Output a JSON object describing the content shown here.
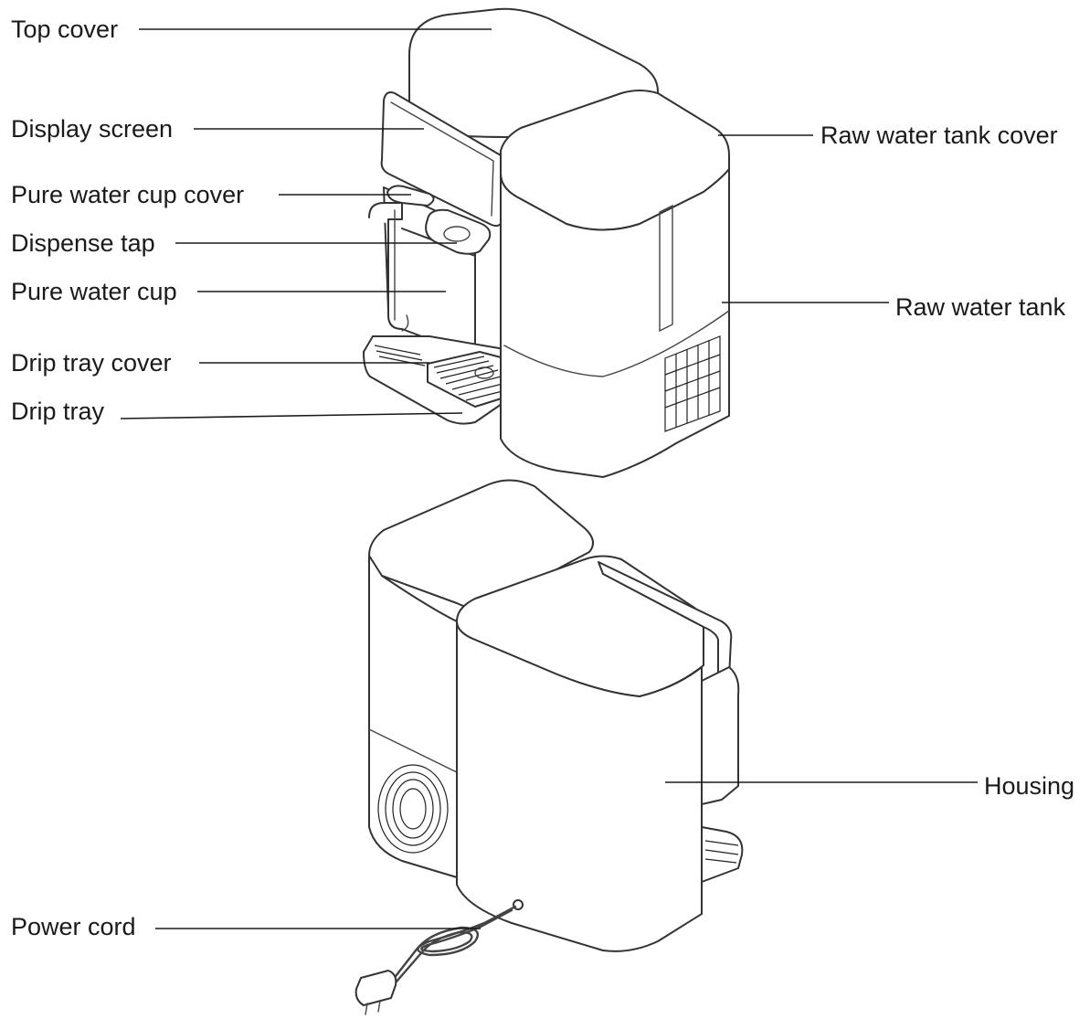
{
  "diagram": {
    "labels": {
      "top_cover": "Top cover",
      "display_screen": "Display screen",
      "pure_water_cup_cover": "Pure water cup cover",
      "dispense_tap": "Dispense tap",
      "pure_water_cup": "Pure water cup",
      "drip_tray_cover": "Drip tray cover",
      "drip_tray": "Drip tray",
      "raw_water_tank_cover": "Raw water tank cover",
      "raw_water_tank": "Raw water tank",
      "housing": "Housing",
      "power_cord": "Power cord"
    }
  }
}
